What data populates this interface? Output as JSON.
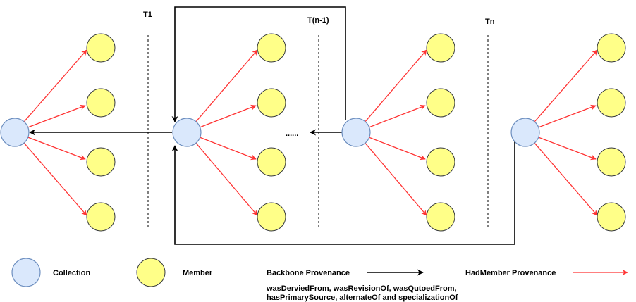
{
  "time_labels": {
    "t1": "T1",
    "tn_minus_1": "T(n-1)",
    "tn": "Tn"
  },
  "ellipsis": "......",
  "legend": {
    "collection": "Collection",
    "member": "Member",
    "backbone": "Backbone Provenance",
    "hadmember": "HadMember Provenance",
    "relations_line1": "wasDerviedFrom, wasRevisionOf, wasQutoedFrom,",
    "relations_line2": "hasPrimarySource, alternateOf and specializationOf"
  },
  "colors": {
    "collection_fill": "#dae8fc",
    "collection_stroke": "#6c8ebf",
    "member_fill": "#ffff88",
    "member_stroke": "#36393d",
    "hadmember_arrow": "#ff3333",
    "backbone_arrow": "#000000"
  }
}
